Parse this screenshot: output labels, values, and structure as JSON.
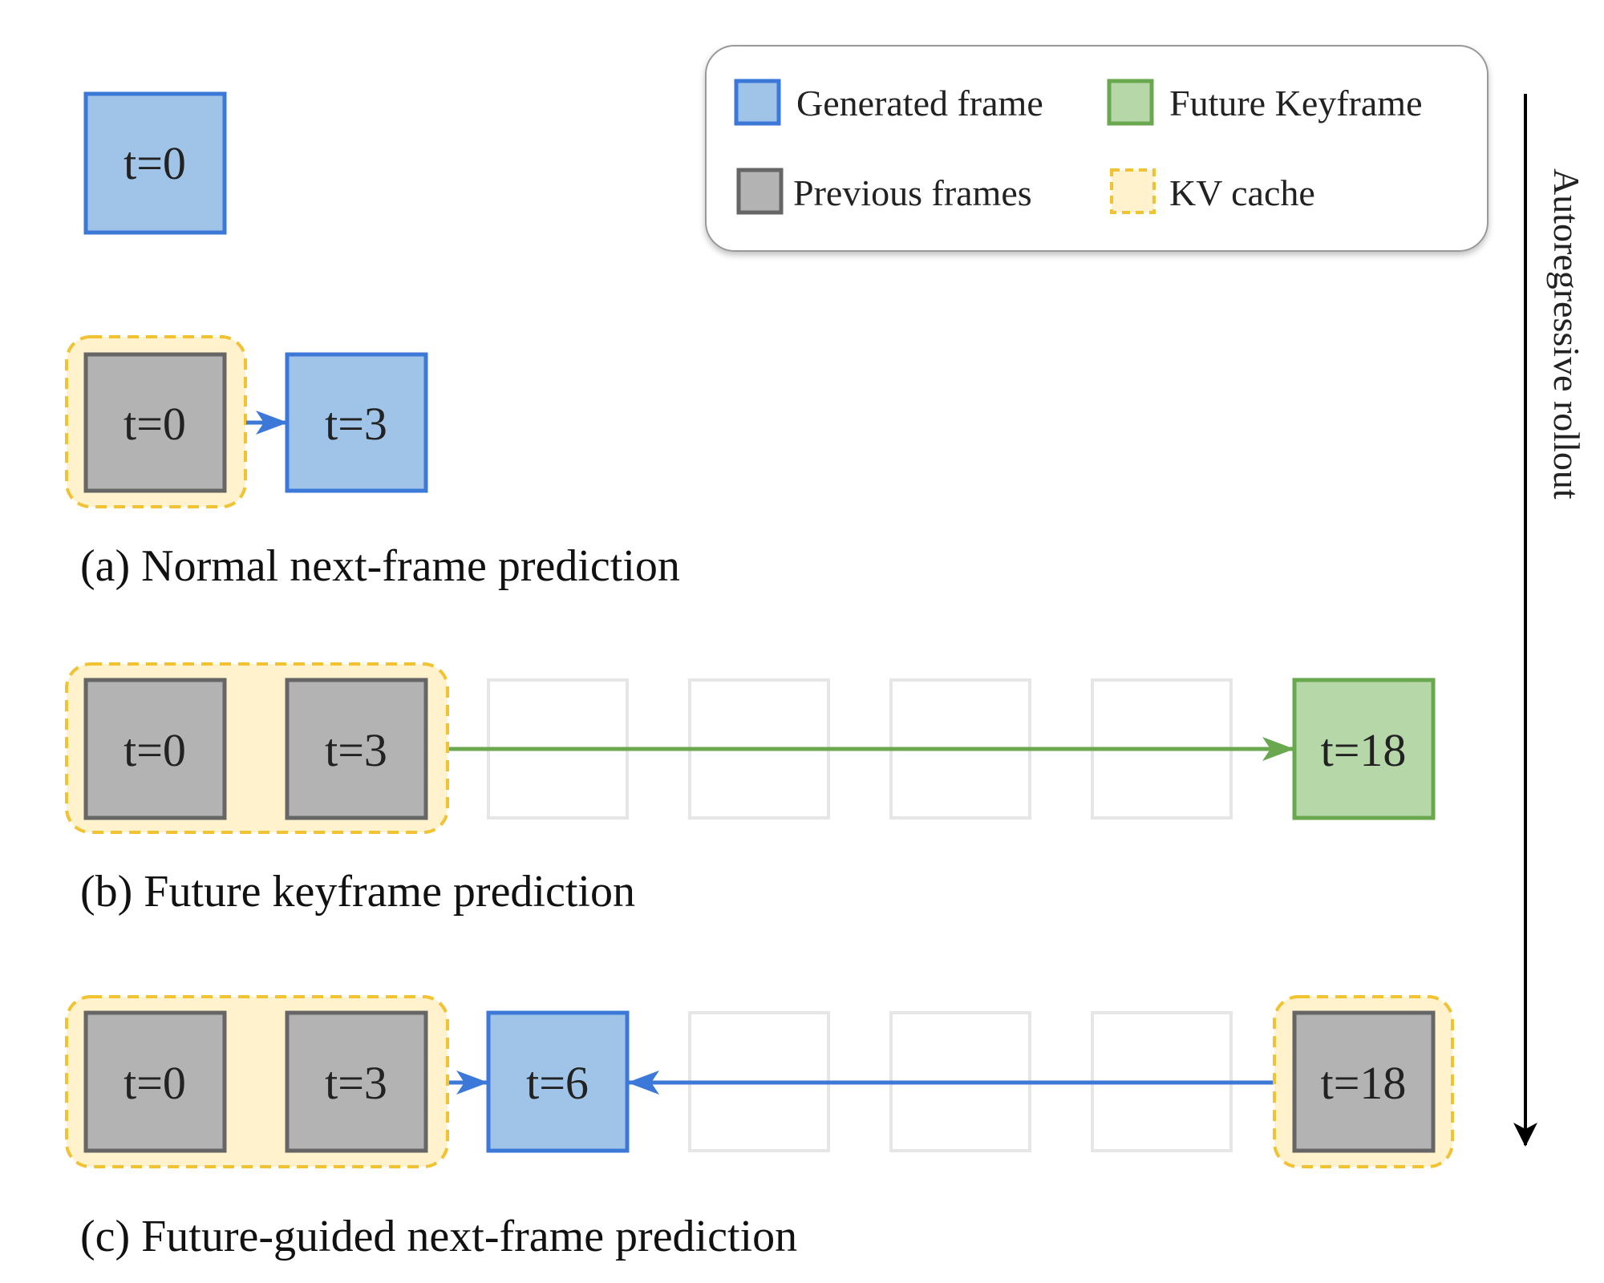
{
  "legend": {
    "items": [
      {
        "label": "Generated frame",
        "kind": "generated"
      },
      {
        "label": "Future Keyframe",
        "kind": "keyframe"
      },
      {
        "label": "Previous frames",
        "kind": "previous"
      },
      {
        "label": "KV cache",
        "kind": "kvcache"
      }
    ]
  },
  "axis": {
    "label": "Autoregressive rollout"
  },
  "rows": {
    "top": {
      "frame": "t=0"
    },
    "a": {
      "caption": "(a) Normal next-frame prediction",
      "f0": "t=0",
      "f1": "t=3"
    },
    "b": {
      "caption": "(b) Future keyframe prediction",
      "f0": "t=0",
      "f1": "t=3",
      "key": "t=18"
    },
    "c": {
      "caption": "(c) Future-guided next-frame prediction",
      "f0": "t=0",
      "f1": "t=3",
      "gen": "t=6",
      "key": "t=18"
    }
  },
  "colors": {
    "generated_fill": "#a0c4e8",
    "generated_stroke": "#3b78d8",
    "previous_fill": "#b3b3b3",
    "previous_stroke": "#666666",
    "keyframe_fill": "#b6d7a8",
    "keyframe_stroke": "#6aa84f",
    "kv_fill": "#fff2cc",
    "kv_stroke": "#f1c232",
    "empty_stroke": "#e6e6e6"
  }
}
